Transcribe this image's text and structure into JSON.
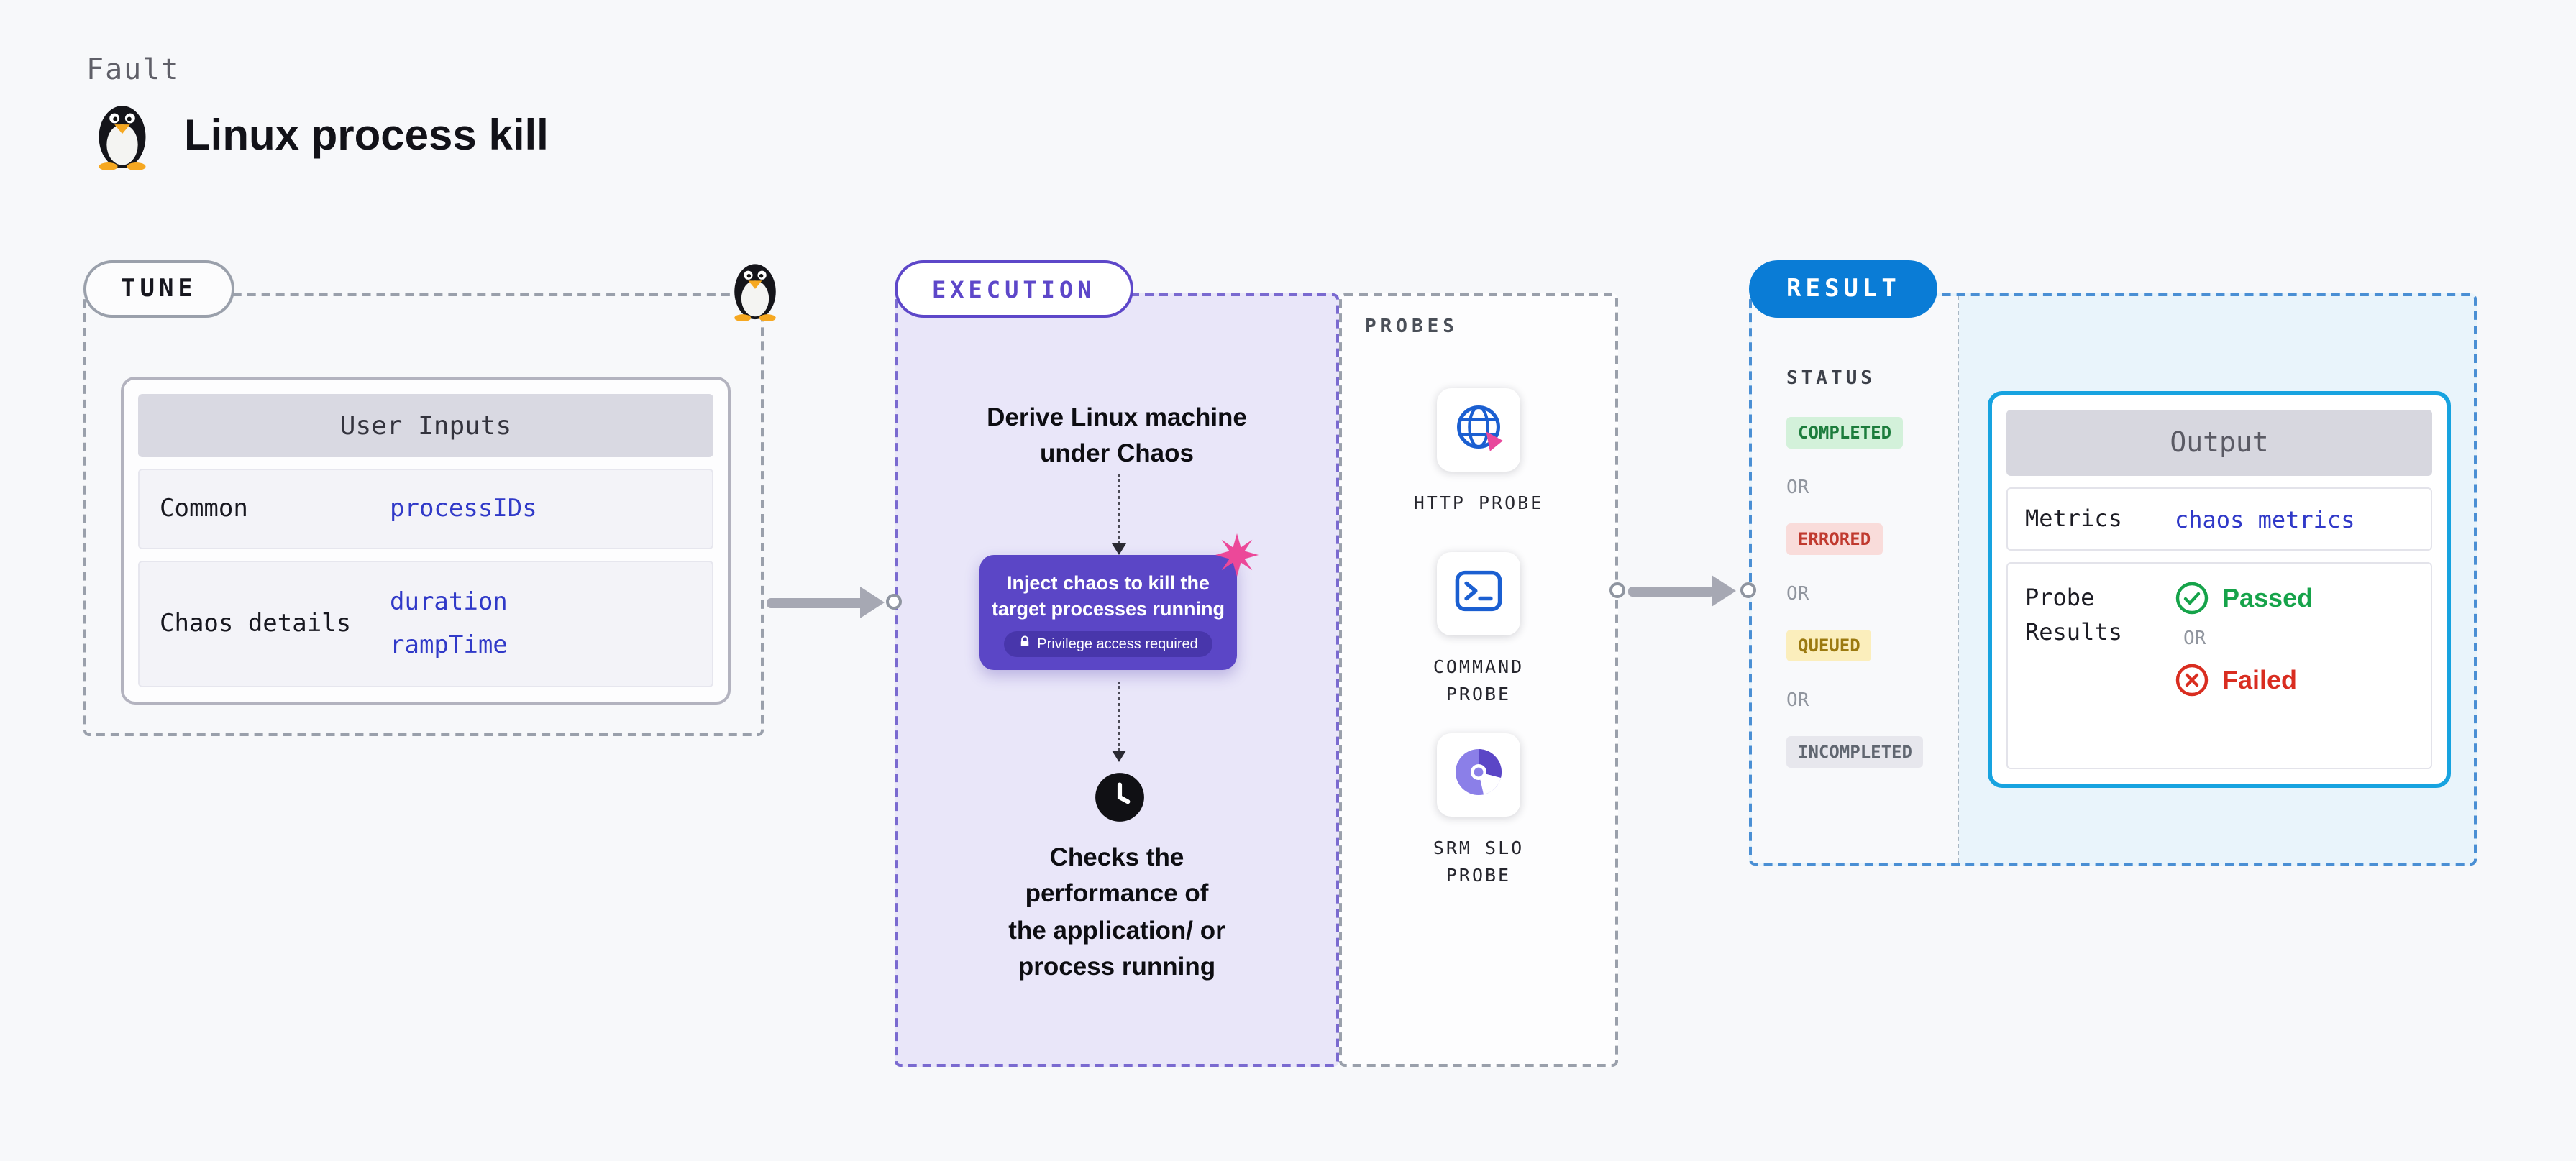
{
  "page": {
    "eyebrow": "Fault",
    "title": "Linux process kill"
  },
  "colors": {
    "accent_blue": "#3039c8",
    "exec_purple": "#5b46c6",
    "result_blue": "#0a7cd6",
    "output_border": "#17a3e0",
    "passed_green": "#16a34a",
    "failed_red": "#d92d20"
  },
  "tune": {
    "badge": "TUNE",
    "table": {
      "header": "User Inputs",
      "rows": [
        {
          "label": "Common",
          "values": [
            "processIDs"
          ]
        },
        {
          "label": "Chaos details",
          "values": [
            "duration",
            "rampTime"
          ]
        }
      ]
    }
  },
  "execution": {
    "badge": "EXECUTION",
    "derive_text": "Derive Linux machine\nunder Chaos",
    "inject_text": "Inject chaos to kill the\ntarget processes running",
    "privilege_text": "Privilege access required",
    "checks_text": "Checks the\nperformance of\nthe application/ or\nprocess running"
  },
  "probes": {
    "label": "PROBES",
    "items": [
      {
        "name": "HTTP PROBE",
        "icon": "globe-icon"
      },
      {
        "name": "COMMAND\nPROBE",
        "icon": "terminal-icon"
      },
      {
        "name": "SRM SLO\nPROBE",
        "icon": "pie-chart-icon"
      }
    ]
  },
  "result": {
    "badge": "RESULT",
    "status_label": "STATUS",
    "or_label": "OR",
    "statuses": [
      {
        "label": "COMPLETED",
        "bg": "#d3f1da",
        "fg": "#1c7c3c"
      },
      {
        "label": "ERRORED",
        "bg": "#f9dcda",
        "fg": "#c03a2f"
      },
      {
        "label": "QUEUED",
        "bg": "#fbeebc",
        "fg": "#9c7a10"
      },
      {
        "label": "INCOMPLETED",
        "bg": "#e7e7ed",
        "fg": "#606670"
      }
    ],
    "output": {
      "header": "Output",
      "metrics_label": "Metrics",
      "metrics_value": "chaos metrics",
      "probe_results_label": "Probe\nResults",
      "passed_label": "Passed",
      "or_label": "OR",
      "failed_label": "Failed"
    }
  }
}
